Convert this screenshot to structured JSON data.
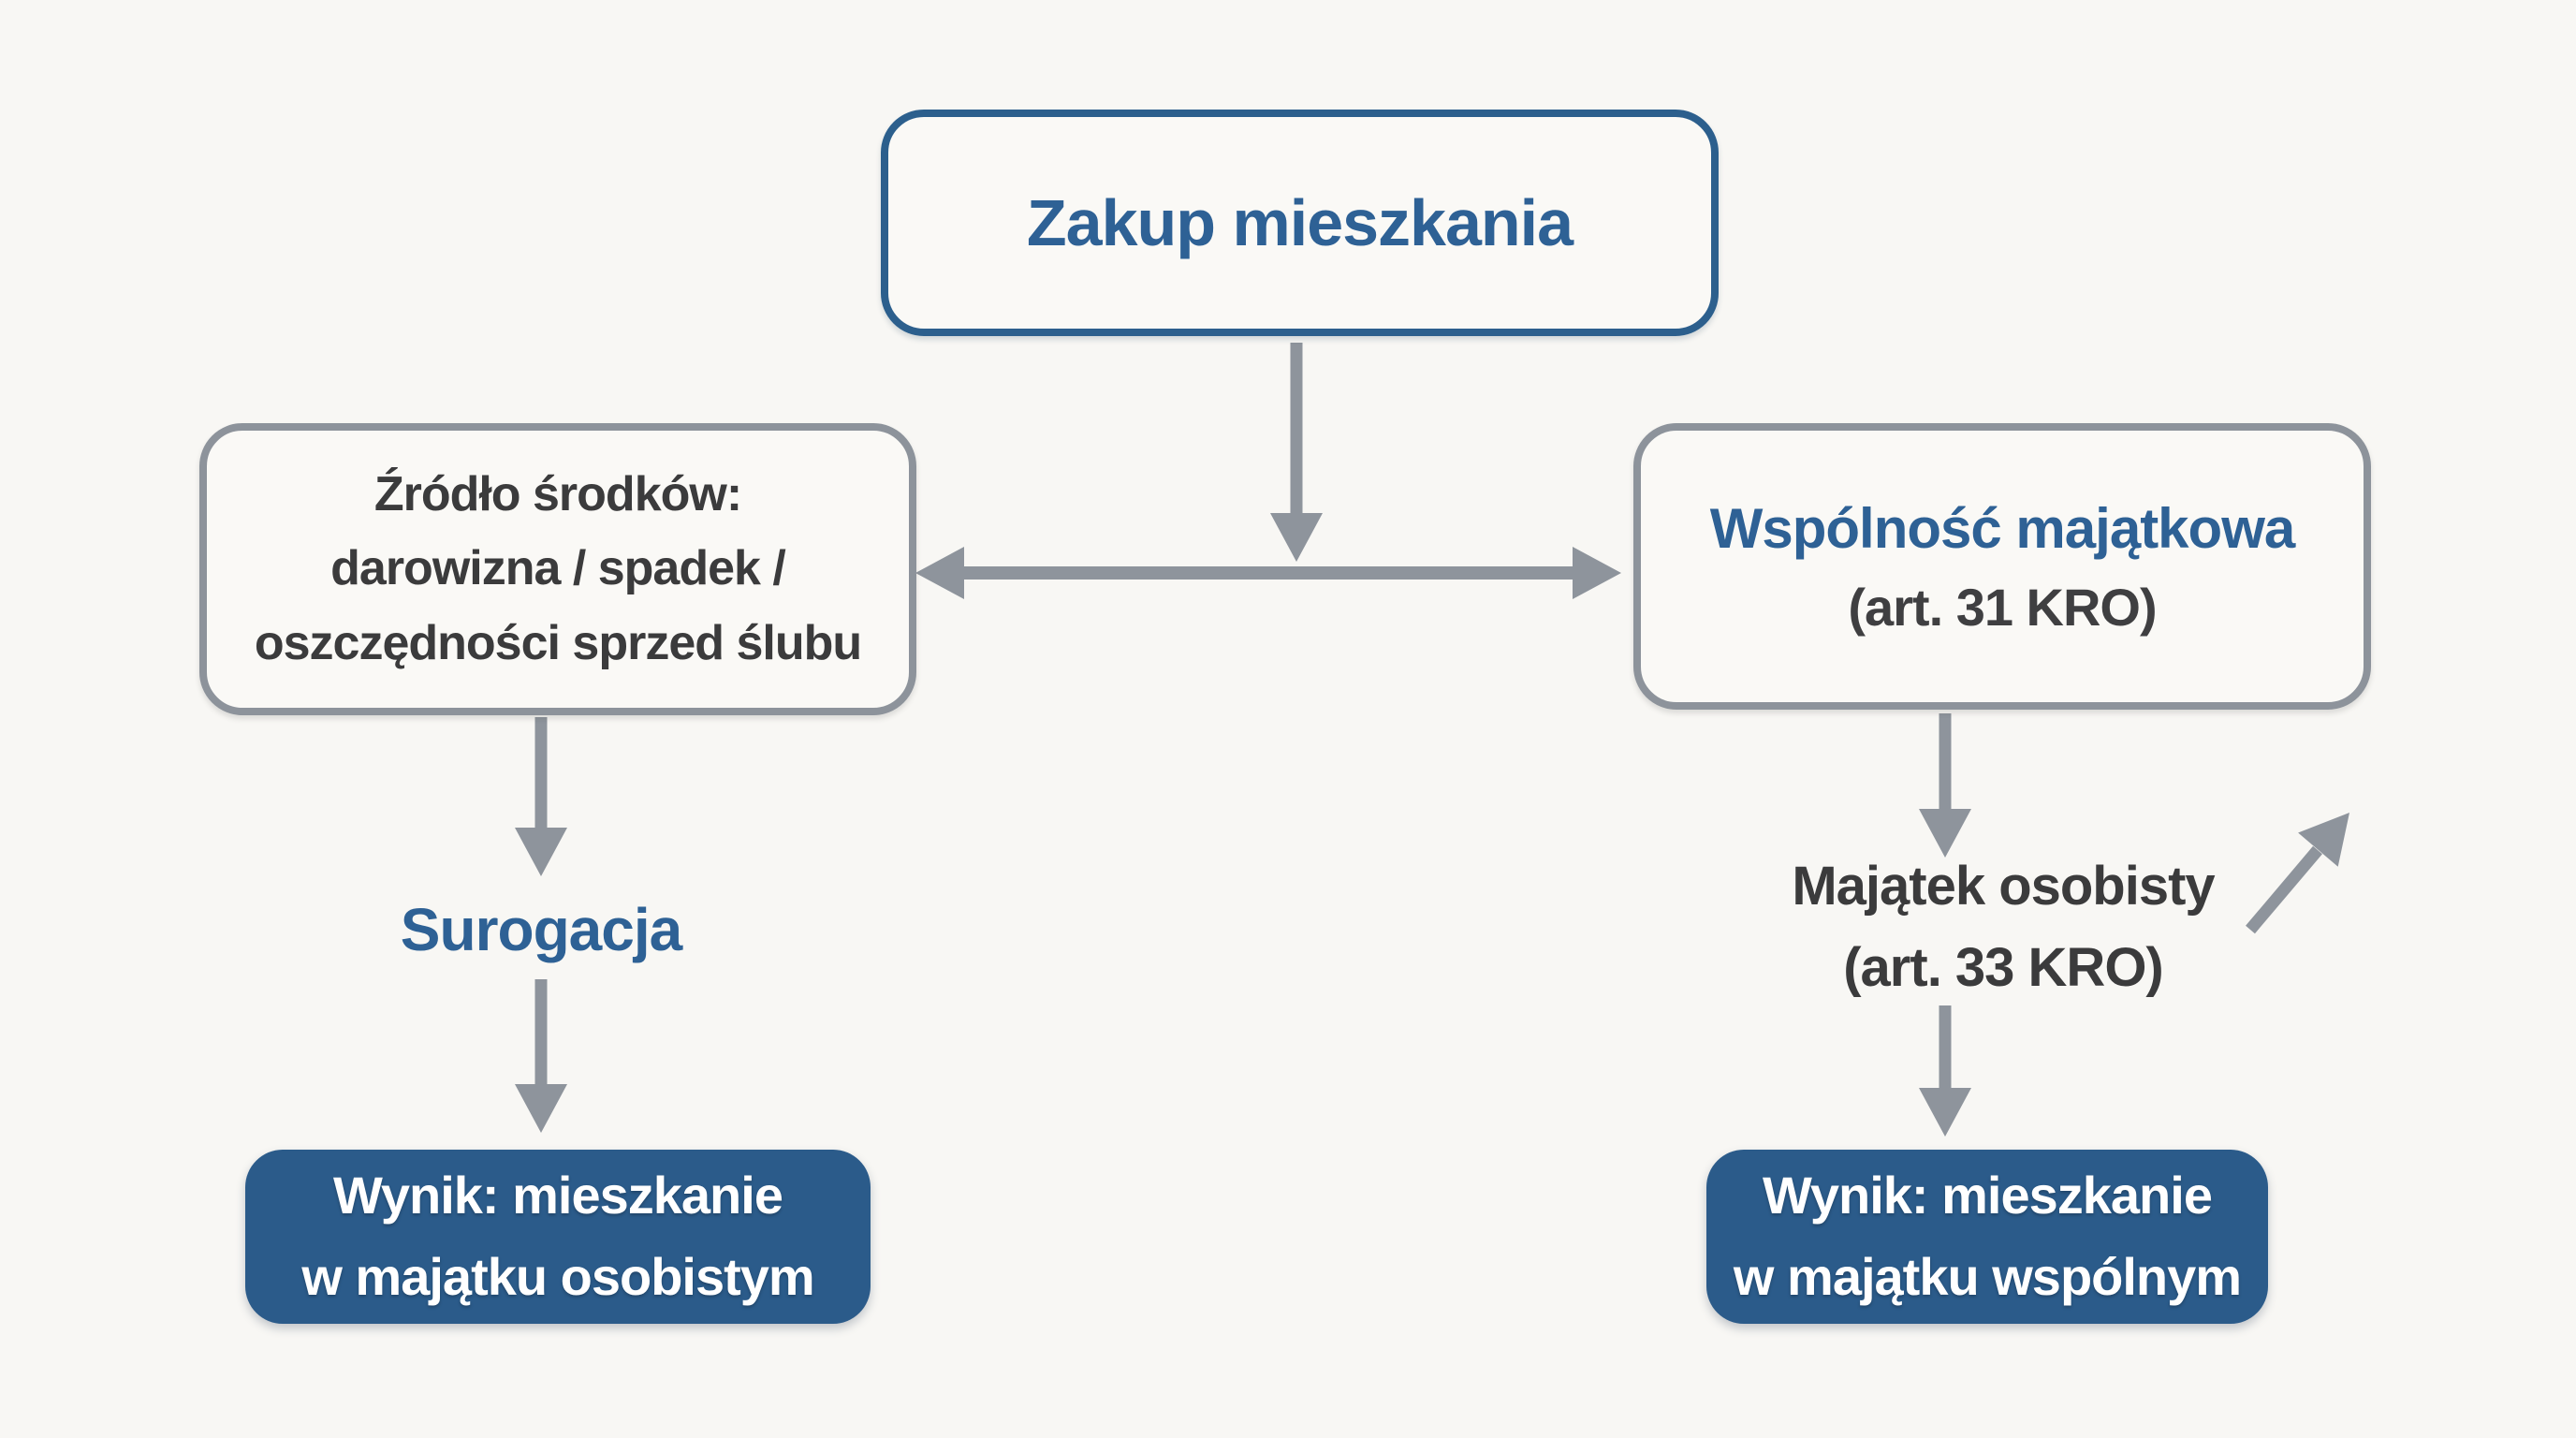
{
  "diagram": {
    "title_node": "Zakup mieszkania",
    "source_node": {
      "line1": "Źródło środków:",
      "line2": "darowizna / spadek /",
      "line3": "oszczędności sprzed ślubu"
    },
    "community_node": {
      "title": "Wspólność majątkowa",
      "subtitle": "(art. 31 KRO)"
    },
    "surrogation_label": "Surogacja",
    "personal_estate_label": {
      "line1": "Majątek osobisty",
      "line2": "(art. 33 KRO)"
    },
    "result_personal_node": {
      "line1": "Wynik: mieszkanie",
      "line2": "w majątku osobistym"
    },
    "result_joint_node": {
      "line1": "Wynik: mieszkanie",
      "line2": "w majątku wspólnym"
    },
    "colors": {
      "background": "#f8f7f4",
      "accent_blue": "#2e6195",
      "box_border_blue": "#2c5f8d",
      "box_border_gray": "#8d939b",
      "arrow_gray": "#8e949c",
      "result_box_fill": "#2b5b8a",
      "dark_text": "#3b3b3c",
      "result_text": "#ffffff"
    }
  }
}
